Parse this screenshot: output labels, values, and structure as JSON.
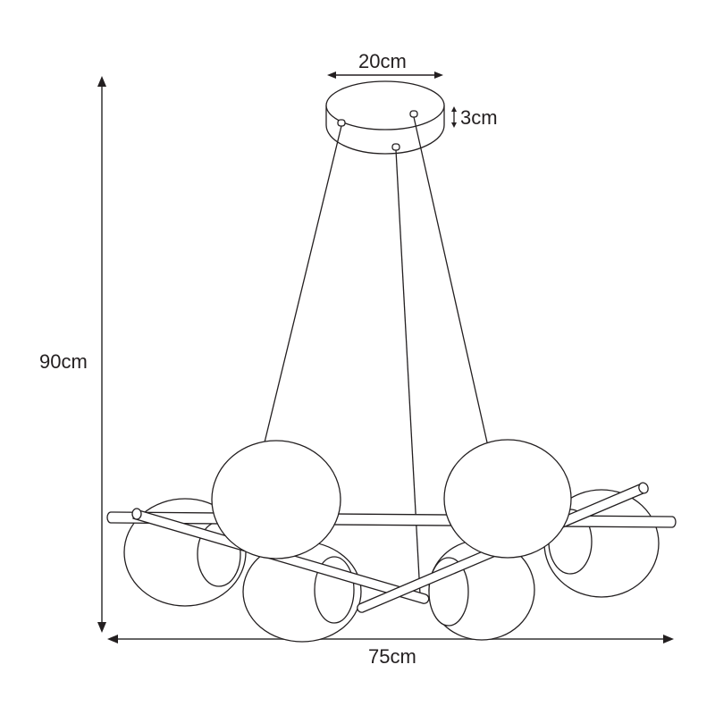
{
  "diagram": {
    "subject": "pendant lamp with 6 glass globes dimension drawing",
    "colors": {
      "line": "#231f20",
      "dimension_line": "#666666",
      "background": "#ffffff"
    },
    "dimensions": {
      "canopy_diameter": {
        "label": "20cm"
      },
      "canopy_height": {
        "label": "3cm"
      },
      "total_height": {
        "label": "90cm"
      },
      "total_width": {
        "label": "75cm"
      }
    },
    "components": {
      "canopy": "round ceiling canopy",
      "suspension_cables": 3,
      "globes": 6,
      "arms": 3
    }
  }
}
